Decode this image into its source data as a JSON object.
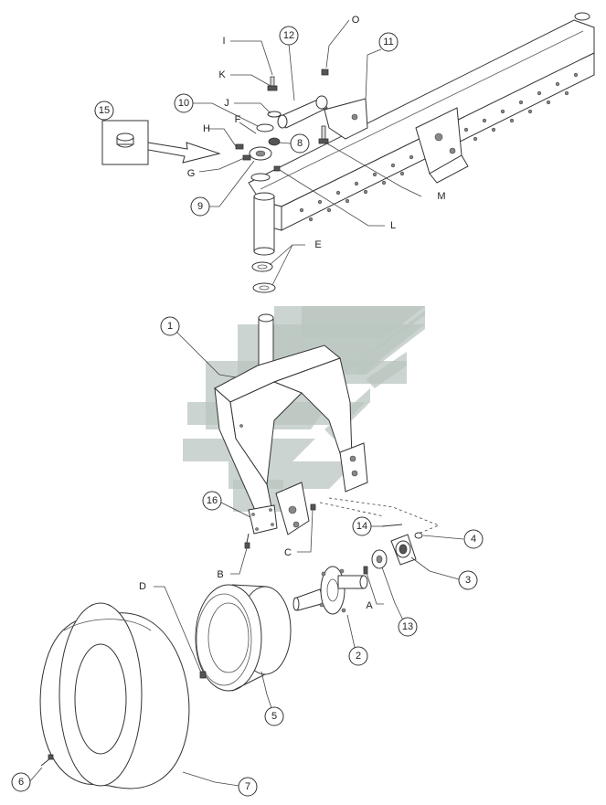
{
  "callouts": {
    "n1": "1",
    "n2": "2",
    "n3": "3",
    "n4": "4",
    "n5": "5",
    "n6": "6",
    "n7": "7",
    "n8": "8",
    "n9": "9",
    "n10": "10",
    "n11": "11",
    "n12": "12",
    "n13": "13",
    "n14": "14",
    "n15": "15",
    "n16": "16",
    "n1b": "1"
  },
  "letters": {
    "O": "O",
    "I": "I",
    "K": "K",
    "J": "J",
    "F": "F",
    "H": "H",
    "G": "G",
    "M": "M",
    "L": "L",
    "E": "E",
    "C": "C",
    "B": "B",
    "D": "D",
    "A": "A"
  },
  "colors": {
    "line": "#333333",
    "watermark": "#b9c6c0"
  }
}
